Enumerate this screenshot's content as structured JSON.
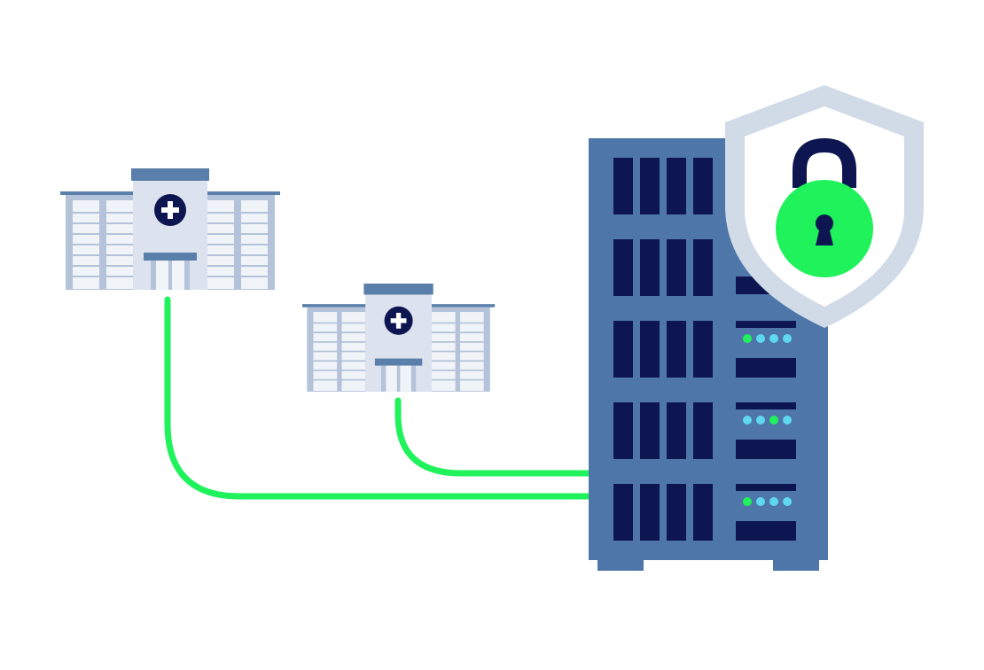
{
  "colors": {
    "background": "#ffffff",
    "connection_line": "#1ff25b",
    "building_dark": "#5b7fab",
    "building_body": "#dde3ee",
    "building_window_frame": "#b4c3d9",
    "building_window": "#f0f3f8",
    "cross_badge": "#0d1650",
    "server_body": "#4f76a8",
    "server_slot": "#0d1650",
    "led_green": "#1ff25b",
    "led_cyan": "#5fd7f0",
    "shield": "#d1dbe8",
    "lock_body": "#1ff25b",
    "lock_shackle": "#0d1650"
  },
  "icons": {
    "hospital_left": "hospital-building-icon",
    "hospital_middle": "hospital-building-icon",
    "server": "server-rack-icon",
    "shield": "shield-icon",
    "lock": "padlock-icon"
  },
  "server": {
    "indicator_rows": [
      [
        "green",
        "cyan",
        "cyan",
        "cyan"
      ],
      [
        "cyan",
        "cyan",
        "green",
        "cyan"
      ],
      [
        "green",
        "cyan",
        "cyan",
        "cyan"
      ]
    ]
  }
}
